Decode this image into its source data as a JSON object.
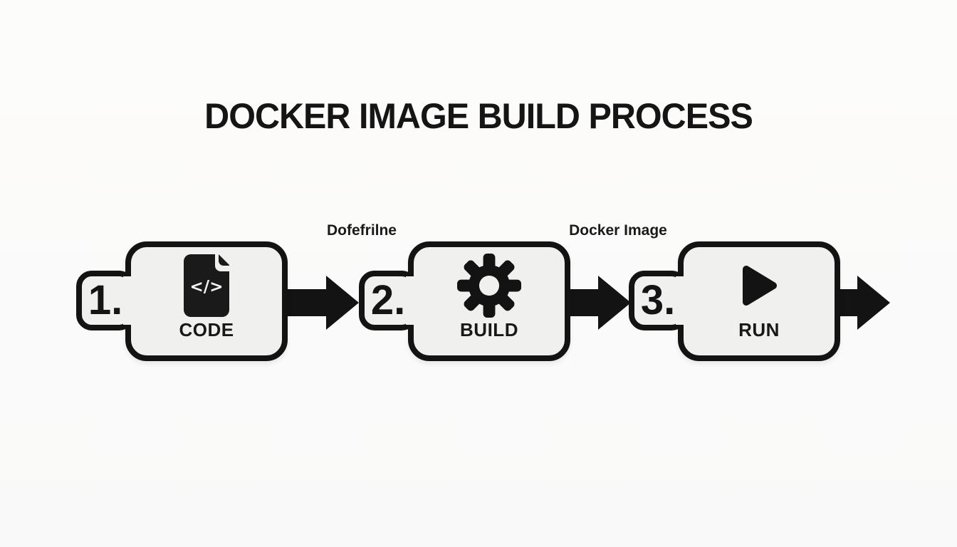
{
  "title": "DOCKER IMAGE BUILD PROCESS",
  "colors": {
    "background": "#fbfafa",
    "box_fill": "#f0f0ee",
    "ink": "#131313"
  },
  "steps": [
    {
      "number": "1.",
      "label": "CODE",
      "icon": "code-file-icon"
    },
    {
      "number": "2.",
      "label": "BUILD",
      "icon": "gear-icon"
    },
    {
      "number": "3.",
      "label": "RUN",
      "icon": "play-icon"
    }
  ],
  "arrows": [
    {
      "label": "Dofefrilne"
    },
    {
      "label": "Docker Image"
    },
    {
      "label": ""
    }
  ],
  "icon_glyphs": {
    "code": "</>"
  }
}
